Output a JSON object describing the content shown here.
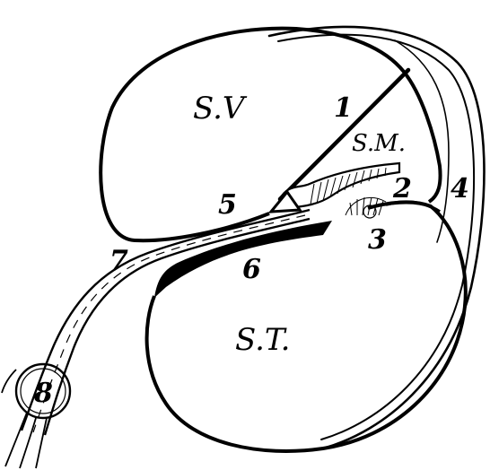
{
  "figure": {
    "labels": {
      "scala_vestibuli": "S.V",
      "scala_media": "S.M.",
      "scala_tympani": "S.T.",
      "n1": "1",
      "n2": "2",
      "n3": "3",
      "n4": "4",
      "n5": "5",
      "n6": "6",
      "n7": "7",
      "n8": "8"
    },
    "colors": {
      "ink": "#000000",
      "paper": "#ffffff"
    }
  }
}
